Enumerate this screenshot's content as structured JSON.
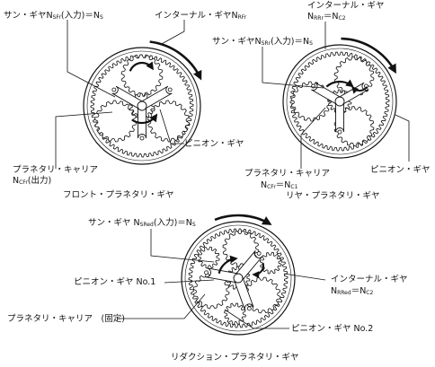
{
  "front": {
    "sun": {
      "text": "サン・ギヤN",
      "sub": "SFr",
      "rest": "(入力)＝N",
      "sub2": "S"
    },
    "internal": {
      "text": "インターナル・ギヤN",
      "sub": "RFr"
    },
    "pinion": "ピニオン・ギヤ",
    "carrier": "プラネタリ・キャリア",
    "carrier_eq": {
      "text": "N",
      "sub": "CFr",
      "rest": "(出力)"
    },
    "caption": "フロント・プラネタリ・ギヤ"
  },
  "rear": {
    "internal": "インターナル・ギヤ",
    "internal_eq": {
      "text": "N",
      "sub": "RRr",
      "rest": "＝N",
      "sub2": "C2"
    },
    "sun": {
      "text": "サン・ギヤN",
      "sub": "SRr",
      "rest": "(入力)＝N",
      "sub2": "S"
    },
    "pinion": "ピニオン・ギヤ",
    "carrier": "プラネタリ・キャリア",
    "carrier_eq": {
      "text": "N",
      "sub": "CFr",
      "rest": "＝N",
      "sub2": "C1"
    },
    "caption": "リヤ・プラネタリ・ギヤ"
  },
  "reduction": {
    "sun": {
      "text": "サン・ギヤ N",
      "sub": "SRed",
      "rest": "(入力)＝N",
      "sub2": "S"
    },
    "pinion1": "ピニオン・ギヤ No.1",
    "internal": "インターナル・ギヤ",
    "internal_eq": {
      "text": "N",
      "sub": "RRed",
      "rest": "＝N",
      "sub2": "C2"
    },
    "carrier": "プラネタリ・キャリア　(固定)",
    "pinion2": "ピニオン・ギヤ No.2",
    "caption": "リダクション・プラネタリ・ギヤ"
  }
}
